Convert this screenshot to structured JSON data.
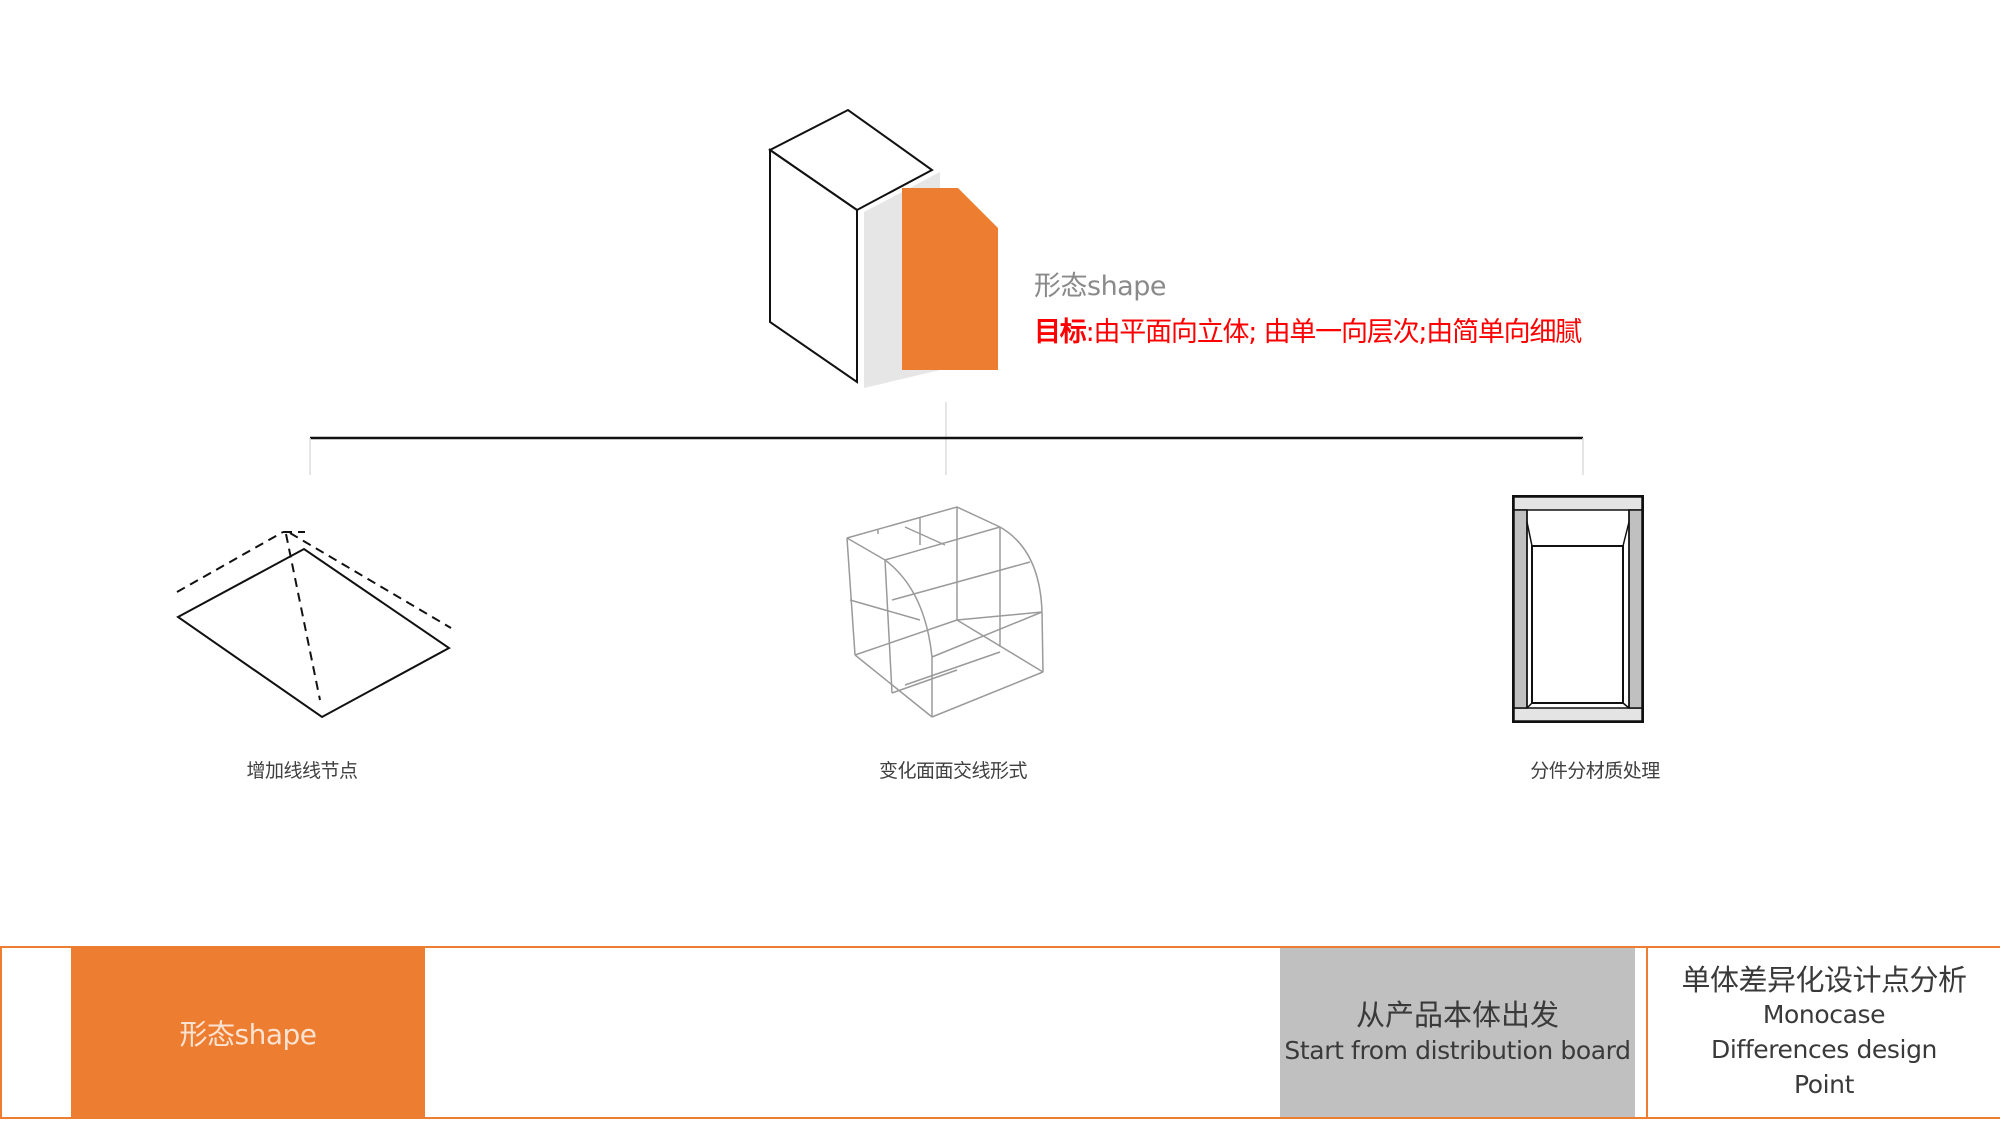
{
  "header": {
    "title": "形态shape",
    "goal_label": "目标",
    "goal_text": ":由平面向立体; 由单一向层次;由简单向细腻"
  },
  "branches": [
    {
      "caption": "增加线线节点",
      "illustration": "dashed-folded-plane"
    },
    {
      "caption": "变化面面交线形式",
      "illustration": "curved-wireframe-cabinet"
    },
    {
      "caption": "分件分材质处理",
      "illustration": "framed-panel-front-view"
    }
  ],
  "footer": {
    "section_label": "形态shape",
    "source_cn": "从产品本体出发",
    "source_en": "Start from distribution board",
    "topic_cn": "单体差异化设计点分析",
    "topic_en_1": "Monocase",
    "topic_en_2": "Differences design",
    "topic_en_3": "Point"
  },
  "colors": {
    "accent_orange": "#ed7d31",
    "goal_red": "#ff0000",
    "panel_gray": "#c0c0c0",
    "shadow_gray": "#e6e6e6"
  }
}
